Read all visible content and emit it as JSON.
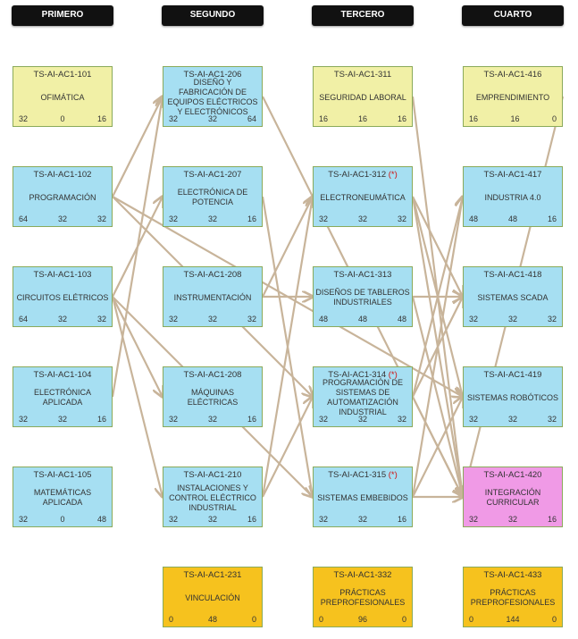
{
  "headers": [
    "PRIMERO",
    "SEGUNDO",
    "TERCERO",
    "CUARTO"
  ],
  "courses": [
    {
      "id": "101",
      "code": "TS-AI-AC1-101",
      "name": "OFIMÁTICA",
      "n1": "32",
      "n2": "0",
      "n3": "16",
      "color": "yellow"
    },
    {
      "id": "102",
      "code": "TS-AI-AC1-102",
      "name": "PROGRAMACIÓN",
      "n1": "64",
      "n2": "32",
      "n3": "32",
      "color": "blue"
    },
    {
      "id": "103",
      "code": "TS-AI-AC1-103",
      "name": "CIRCUITOS ELÉTRICOS",
      "n1": "64",
      "n2": "32",
      "n3": "32",
      "color": "blue"
    },
    {
      "id": "104",
      "code": "TS-AI-AC1-104",
      "name": "ELECTRÓNICA APLICADA",
      "n1": "32",
      "n2": "32",
      "n3": "16",
      "color": "blue"
    },
    {
      "id": "105",
      "code": "TS-AI-AC1-105",
      "name": "MATEMÁTICAS APLICADA",
      "n1": "32",
      "n2": "0",
      "n3": "48",
      "color": "blue"
    },
    {
      "id": "206",
      "code": "TS-AI-AC1-206",
      "name": "DISEÑO Y FABRICACIÓN DE EQUIPOS ELÉCTRICOS Y ELECTRÓNICOS",
      "n1": "32",
      "n2": "32",
      "n3": "64",
      "color": "blue"
    },
    {
      "id": "207",
      "code": "TS-AI-AC1-207",
      "name": "ELECTRÓNICA DE POTENCIA",
      "n1": "32",
      "n2": "32",
      "n3": "16",
      "color": "blue"
    },
    {
      "id": "208",
      "code": "TS-AI-AC1-208",
      "name": "INSTRUMENTACIÓN",
      "n1": "32",
      "n2": "32",
      "n3": "32",
      "color": "blue"
    },
    {
      "id": "209",
      "code": "TS-AI-AC1-208",
      "name": "MÁQUINAS ELÉCTRICAS",
      "n1": "32",
      "n2": "32",
      "n3": "16",
      "color": "blue"
    },
    {
      "id": "210",
      "code": "TS-AI-AC1-210",
      "name": "INSTALACIONES Y CONTROL ELÉCTRICO INDUSTRIAL",
      "n1": "32",
      "n2": "32",
      "n3": "16",
      "color": "blue"
    },
    {
      "id": "231",
      "code": "TS-AI-AC1-231",
      "name": "VINCULACIÓN",
      "n1": "0",
      "n2": "48",
      "n3": "0",
      "color": "orange"
    },
    {
      "id": "311",
      "code": "TS-AI-AC1-311",
      "name": "SEGURIDAD LABORAL",
      "n1": "16",
      "n2": "16",
      "n3": "16",
      "color": "yellow"
    },
    {
      "id": "312",
      "code": "TS-AI-AC1-312",
      "star": "(*)",
      "name": "ELECTRONEUMÁTICA",
      "n1": "32",
      "n2": "32",
      "n3": "32",
      "color": "blue"
    },
    {
      "id": "313",
      "code": "TS-AI-AC1-313",
      "name": "DISEÑOS DE TABLEROS INDUSTRIALES",
      "n1": "48",
      "n2": "48",
      "n3": "48",
      "color": "blue"
    },
    {
      "id": "314",
      "code": "TS-AI-AC1-314",
      "star": "(*)",
      "name": "PROGRAMACIÓN DE SISTEMAS DE AUTOMATIZACIÓN INDUSTRIAL",
      "n1": "32",
      "n2": "32",
      "n3": "32",
      "color": "blue"
    },
    {
      "id": "315",
      "code": "TS-AI-AC1-315",
      "star": "(*)",
      "name": "SISTEMAS EMBEBIDOS",
      "n1": "32",
      "n2": "32",
      "n3": "16",
      "color": "blue"
    },
    {
      "id": "332",
      "code": "TS-AI-AC1-332",
      "name": "PRÁCTICAS PREPROFESIONALES",
      "n1": "0",
      "n2": "96",
      "n3": "0",
      "color": "orange"
    },
    {
      "id": "416",
      "code": "TS-AI-AC1-416",
      "name": "EMPRENDIMIENTO",
      "n1": "16",
      "n2": "16",
      "n3": "0",
      "color": "yellow"
    },
    {
      "id": "417",
      "code": "TS-AI-AC1-417",
      "name": "INDUSTRIA 4.0",
      "n1": "48",
      "n2": "48",
      "n3": "16",
      "color": "blue"
    },
    {
      "id": "418",
      "code": "TS-AI-AC1-418",
      "name": "SISTEMAS SCADA",
      "n1": "32",
      "n2": "32",
      "n3": "32",
      "color": "blue"
    },
    {
      "id": "419",
      "code": "TS-AI-AC1-419",
      "name": "SISTEMAS ROBÓTICOS",
      "n1": "32",
      "n2": "32",
      "n3": "32",
      "color": "blue"
    },
    {
      "id": "420",
      "code": "TS-AI-AC1-420",
      "name": "INTEGRACIÓN CURRICULAR",
      "n1": "32",
      "n2": "32",
      "n3": "16",
      "color": "pink"
    },
    {
      "id": "433",
      "code": "TS-AI-AC1-433",
      "name": "PRÁCTICAS PREPROFESIONALES",
      "n1": "0",
      "n2": "144",
      "n3": "0",
      "color": "orange"
    }
  ],
  "connections": [
    [
      "102",
      "206"
    ],
    [
      "102",
      "314"
    ],
    [
      "102",
      "419"
    ],
    [
      "103",
      "207"
    ],
    [
      "103",
      "209"
    ],
    [
      "103",
      "210"
    ],
    [
      "103",
      "315"
    ],
    [
      "104",
      "206"
    ],
    [
      "206",
      "420"
    ],
    [
      "207",
      "315"
    ],
    [
      "208",
      "312"
    ],
    [
      "208",
      "313"
    ],
    [
      "210",
      "312"
    ],
    [
      "210",
      "314"
    ],
    [
      "311",
      "420"
    ],
    [
      "312",
      "418"
    ],
    [
      "312",
      "419"
    ],
    [
      "312",
      "420"
    ],
    [
      "313",
      "418"
    ],
    [
      "313",
      "420"
    ],
    [
      "314",
      "417"
    ],
    [
      "314",
      "418"
    ],
    [
      "314",
      "420"
    ],
    [
      "315",
      "417"
    ],
    [
      "315",
      "419"
    ],
    [
      "315",
      "420"
    ],
    [
      "416",
      "420"
    ]
  ],
  "colors": {
    "yellow": "#f1f0a6",
    "blue": "#a6dff2",
    "orange": "#f6c21e",
    "pink": "#f09ae6",
    "arrow": "#c8b49a"
  }
}
